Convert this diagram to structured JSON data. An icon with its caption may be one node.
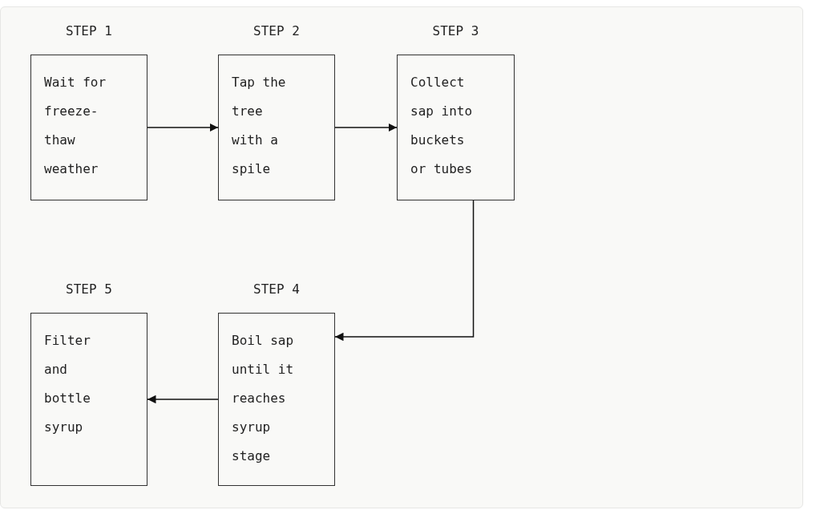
{
  "diagram": {
    "nodes": [
      {
        "text": [
          "STEP 1",
          "Wait for freeze- thaw weather"
        ]
      },
      {
        "text": [
          "STEP 2",
          "Tap the tree with a spile"
        ]
      },
      {
        "text": [
          "STEP 3",
          "Collect sap into buckets or tubes"
        ]
      },
      {
        "text": [
          "STEP 5",
          "Filter and bottle syrup"
        ]
      },
      {
        "text": [
          "STEP 4",
          "Boil sap until it reaches syrup stage"
        ]
      }
    ],
    "edges": [
      {
        "from": 0,
        "to": 1,
        "arrow": "to"
      },
      {
        "from": 1,
        "to": 2,
        "arrow": "to"
      },
      {
        "from": 2,
        "to": 4,
        "arrow": "to"
      },
      {
        "from": 4,
        "to": 3,
        "arrow": "to"
      }
    ]
  }
}
